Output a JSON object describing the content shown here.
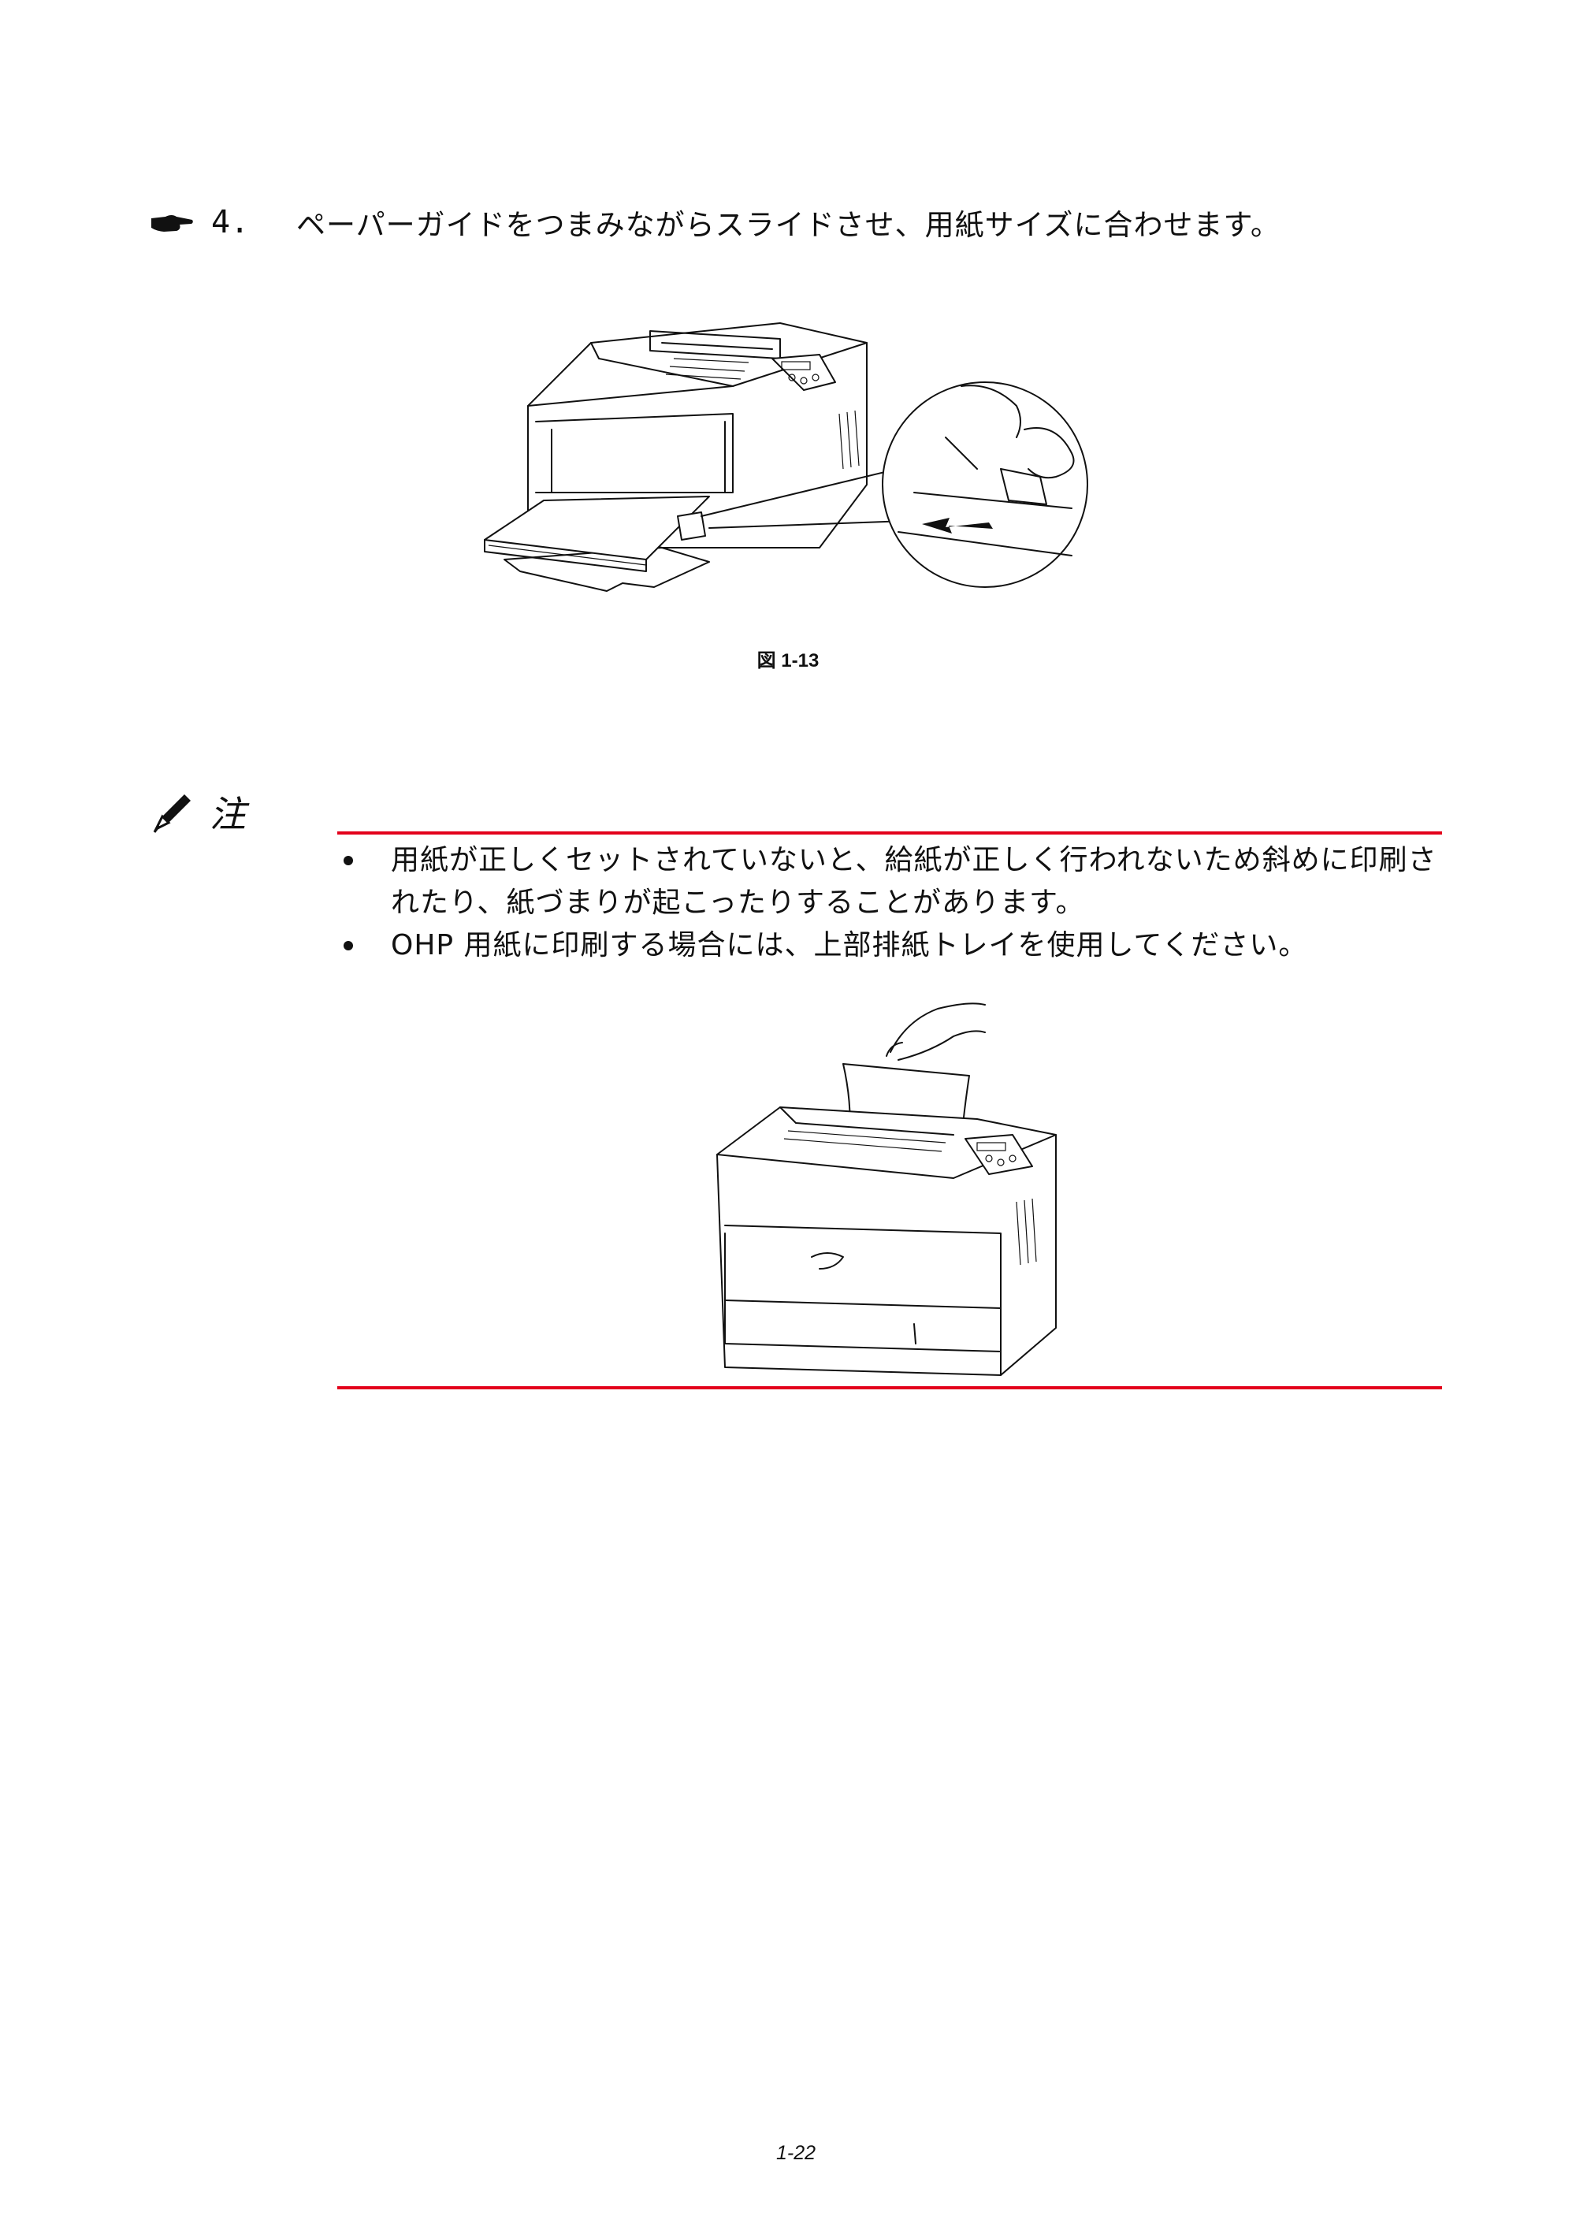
{
  "step": {
    "icon": "pointing-hand-icon",
    "number": "4.",
    "text": "ペーパーガイドをつまみながらスライドさせ、用紙サイズに合わせます。"
  },
  "figure1": {
    "caption": "図 1-13"
  },
  "note": {
    "icon": "pen-icon",
    "label": "注",
    "rule_color": "#e3001b",
    "items": [
      {
        "text": "用紙が正しくセットされていないと、給紙が正しく行われないため斜めに印刷されたり、紙づまりが起こったりすることがあります。"
      },
      {
        "text": "OHP 用紙に印刷する場合には、上部排紙トレイを使用してください。"
      }
    ]
  },
  "footer": {
    "page_number": "1-22"
  }
}
